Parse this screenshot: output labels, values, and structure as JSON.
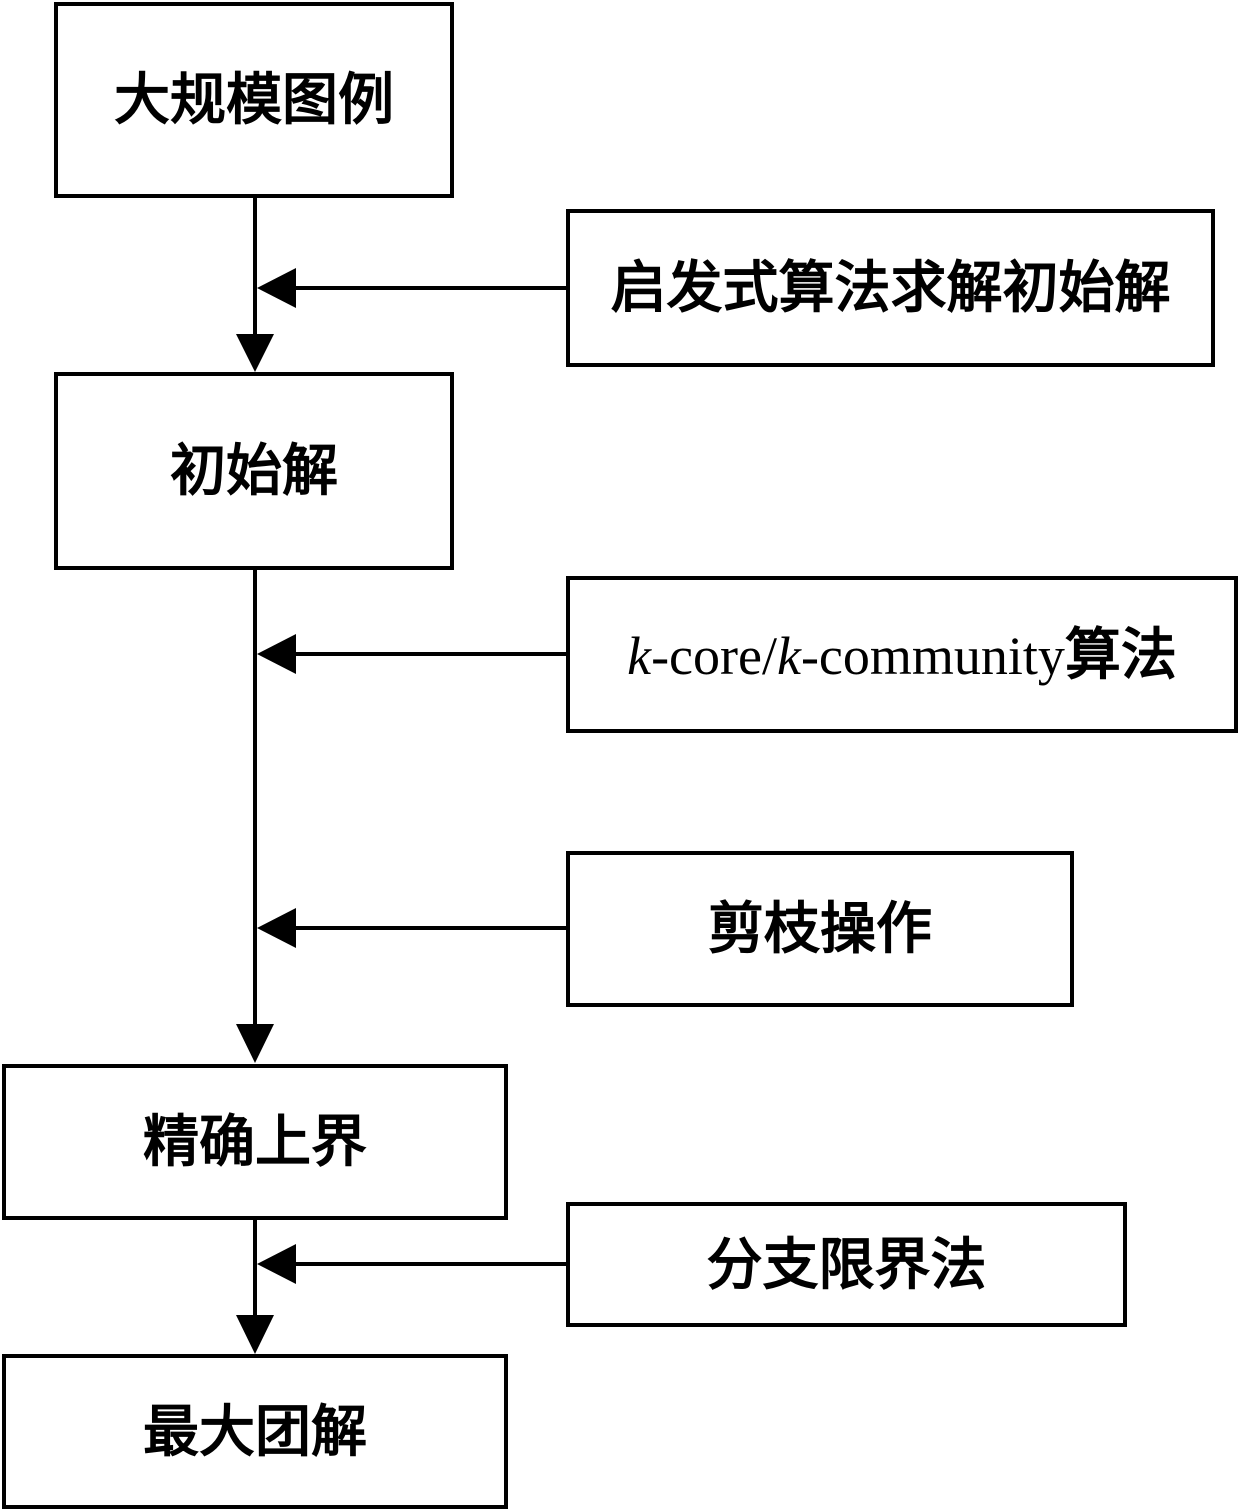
{
  "diagram": {
    "main_nodes": [
      {
        "id": "n1",
        "label": "大规模图例"
      },
      {
        "id": "n2",
        "label": "初始解"
      },
      {
        "id": "n3",
        "label": "精确上界"
      },
      {
        "id": "n4",
        "label": "最大团解"
      }
    ],
    "side_nodes": [
      {
        "id": "s1",
        "label": "启发式算法求解初始解"
      },
      {
        "id": "s2",
        "label_parts": [
          "k",
          "-core/",
          "k",
          "-community",
          "算法"
        ]
      },
      {
        "id": "s3",
        "label": "剪枝操作"
      },
      {
        "id": "s4",
        "label": "分支限界法"
      }
    ],
    "edges": [
      {
        "from": "n1",
        "to": "n2"
      },
      {
        "from": "s1",
        "to": "n1-n2"
      },
      {
        "from": "n2",
        "to": "n3"
      },
      {
        "from": "s2",
        "to": "n2-n3"
      },
      {
        "from": "s3",
        "to": "n2-n3"
      },
      {
        "from": "n3",
        "to": "n4"
      },
      {
        "from": "s4",
        "to": "n3-n4"
      }
    ]
  }
}
